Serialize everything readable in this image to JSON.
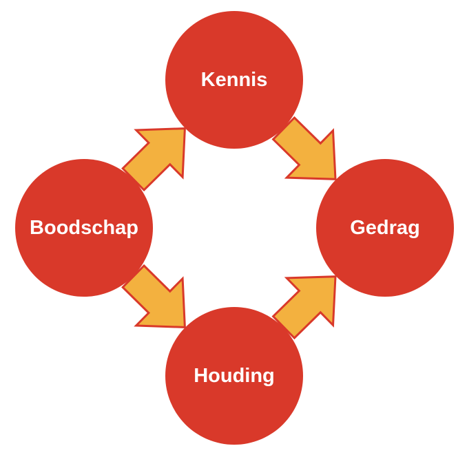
{
  "diagram": {
    "colors": {
      "node_fill": "#d9392a",
      "node_text": "#ffffff",
      "arrow_fill": "#f3b13f",
      "arrow_stroke": "#d9392a",
      "background": "#ffffff"
    },
    "nodes": {
      "boodschap": {
        "label": "Boodschap"
      },
      "kennis": {
        "label": "Kennis"
      },
      "houding": {
        "label": "Houding"
      },
      "gedrag": {
        "label": "Gedrag"
      }
    },
    "edges": [
      {
        "from": "boodschap",
        "to": "kennis"
      },
      {
        "from": "kennis",
        "to": "gedrag"
      },
      {
        "from": "boodschap",
        "to": "houding"
      },
      {
        "from": "houding",
        "to": "gedrag"
      }
    ]
  }
}
